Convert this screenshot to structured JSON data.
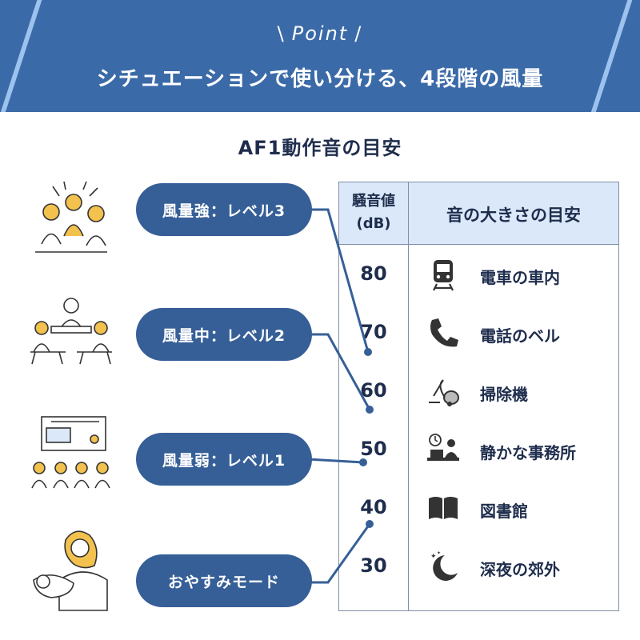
{
  "header": {
    "point_label": "Point",
    "title": "シチュエーションで使い分ける、4段階の風量"
  },
  "chart_title": "AF1動作音の目安",
  "table": {
    "header_db_line1": "騒音値",
    "header_db_line2": "(dB)",
    "header_ref": "音の大きさの目安",
    "rows": [
      {
        "db": "80",
        "label": "電車の車内",
        "icon": "train-icon"
      },
      {
        "db": "70",
        "label": "電話のベル",
        "icon": "phone-icon"
      },
      {
        "db": "60",
        "label": "掃除機",
        "icon": "vacuum-icon"
      },
      {
        "db": "50",
        "label": "静かな事務所",
        "icon": "office-icon"
      },
      {
        "db": "40",
        "label": "図書館",
        "icon": "book-icon"
      },
      {
        "db": "30",
        "label": "深夜の郊外",
        "icon": "moon-icon"
      }
    ]
  },
  "modes": [
    {
      "label": "風量強：レベル3",
      "db_level": 70
    },
    {
      "label": "風量中：レベル2",
      "db_level": 60
    },
    {
      "label": "風量弱：レベル1",
      "db_level": 50
    },
    {
      "label": "おやすみモード",
      "db_level": 40
    }
  ],
  "colors": {
    "header_bg": "#3b6aa8",
    "pill_bg": "#365f97",
    "table_header_bg": "#dbe8f9",
    "text_dark": "#1f2d4d",
    "accent_yellow": "#f2c14e"
  }
}
